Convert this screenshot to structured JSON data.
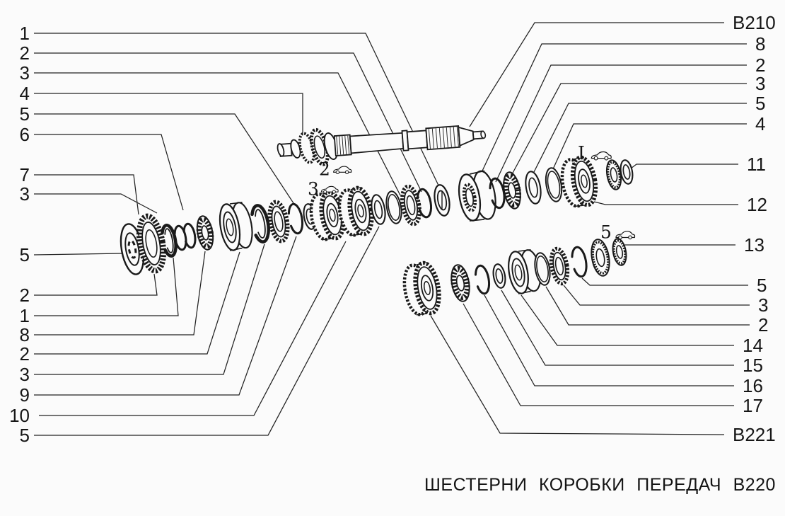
{
  "page": {
    "background": "#fbfbfb",
    "ink": "#1a1a1a"
  },
  "caption": {
    "words": [
      "ШЕСТЕРНИ",
      "КОРОБКИ",
      "ПЕРЕДАЧ",
      "В220"
    ]
  },
  "callouts": {
    "left": [
      "1",
      "2",
      "3",
      "4",
      "5",
      "6",
      "7",
      "3",
      "5",
      "2",
      "1",
      "8",
      "2",
      "3",
      "9",
      "10",
      "5"
    ],
    "right": [
      "B210",
      "8",
      "2",
      "3",
      "5",
      "4",
      "11",
      "12",
      "13",
      "5",
      "3",
      "2",
      "14",
      "15",
      "16",
      "17",
      "B221"
    ]
  },
  "annotations": [
    {
      "label": "2",
      "icon": "car-icon"
    },
    {
      "label": "3",
      "icon": "car-icon"
    },
    {
      "label": "I",
      "icon": "car-icon"
    },
    {
      "label": "5",
      "icon": "car-icon"
    }
  ]
}
